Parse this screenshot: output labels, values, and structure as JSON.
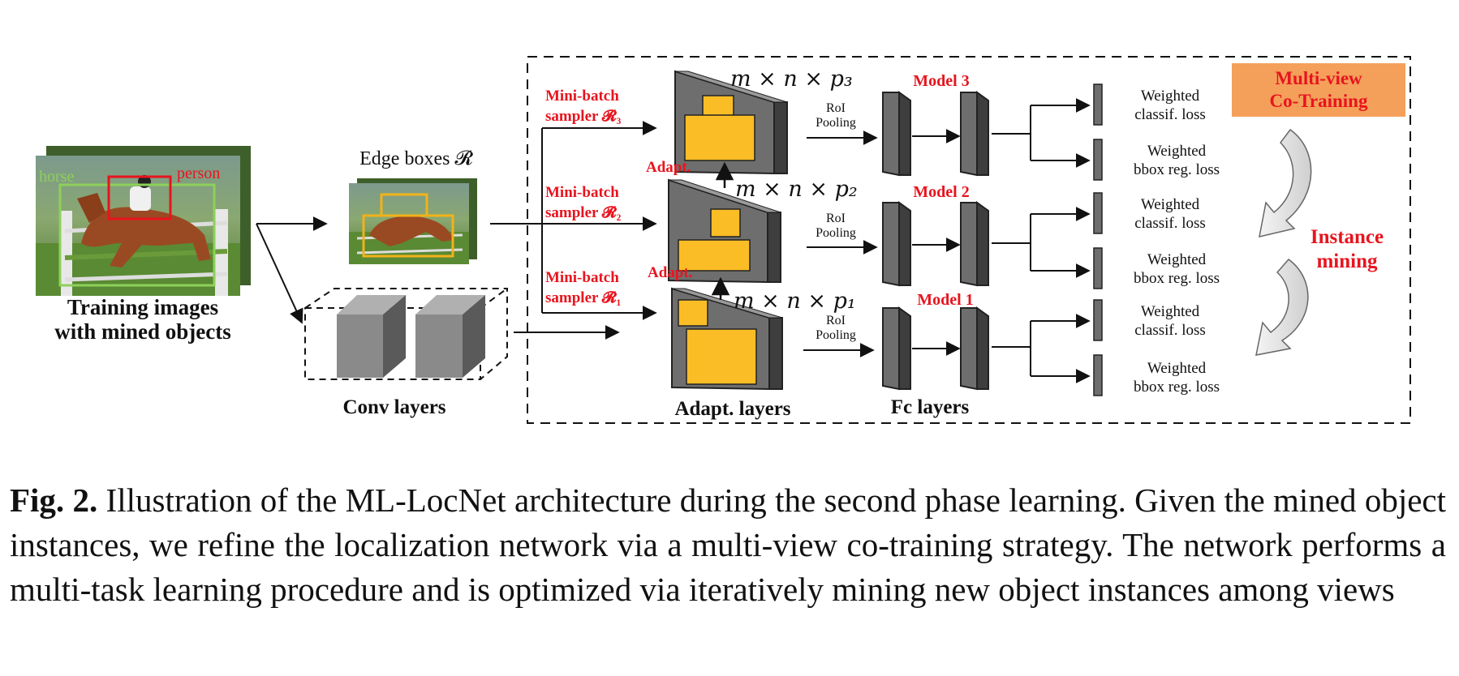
{
  "training": {
    "label_line1": "Training images",
    "label_line2": "with mined objects",
    "box_horse": "horse",
    "box_person": "person"
  },
  "edge_boxes": {
    "label": "Edge boxes 𝓡"
  },
  "conv": {
    "label": "Conv layers"
  },
  "adapt": {
    "label": "Adapt. layers",
    "arrow_label": "Adapt."
  },
  "fc": {
    "label": "Fc layers"
  },
  "roi": {
    "line1": "RoI",
    "line2": "Pooling"
  },
  "samplers": [
    {
      "line1": "Mini-batch",
      "line2": "sampler 𝓡₃"
    },
    {
      "line1": "Mini-batch",
      "line2": "sampler 𝓡₂"
    },
    {
      "line1": "Mini-batch",
      "line2": "sampler 𝓡₁"
    }
  ],
  "features": [
    "m × n × p₃",
    "m × n × p₂",
    "m × n × p₁"
  ],
  "models": [
    "Model 3",
    "Model 2",
    "Model 1"
  ],
  "losses": {
    "cls_line1": "Weighted",
    "cls_line2": "classif. loss",
    "reg_line1": "Weighted",
    "reg_line2": "bbox reg. loss"
  },
  "cotraining": {
    "line1": "Multi-view",
    "line2": "Co-Training"
  },
  "mining": {
    "line1": "Instance",
    "line2": "mining"
  },
  "caption": {
    "prefix": "Fig. 2.",
    "text": "Illustration of the ML-LocNet architecture during the second phase learning. Given the mined object instances, we refine the localization network via a multi-view co-training strategy. The network performs a multi-task learning procedure and is optimized via iteratively mining new object instances among views"
  },
  "colors": {
    "accent_red": "#e8141e",
    "block_gray": "#6e6e6e",
    "roi_yellow": "#fbbd26",
    "cotrain_orange": "#f4a05a"
  }
}
